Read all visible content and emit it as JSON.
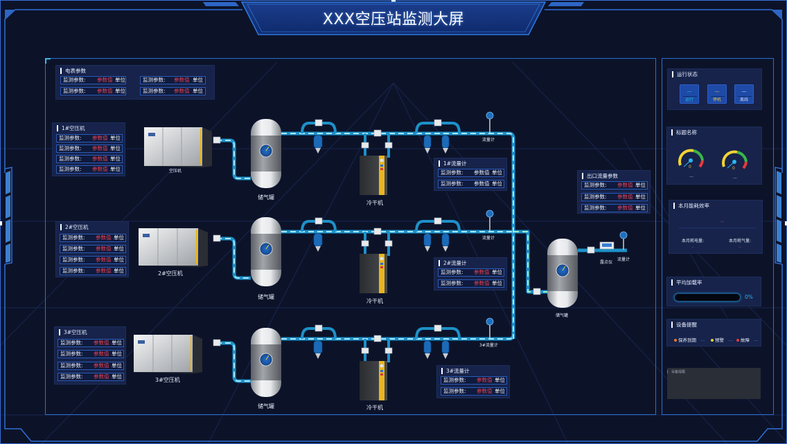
{
  "header": {
    "title": "XXX空压站监测大屏"
  },
  "meter_params": {
    "title": "电表参数",
    "rows": [
      {
        "label": "监测参数:",
        "value": "参数值",
        "unit": "单位"
      },
      {
        "label": "监测参数:",
        "value": "参数值",
        "unit": "单位"
      },
      {
        "label": "监测参数:",
        "value": "参数值",
        "unit": "单位"
      },
      {
        "label": "监测参数:",
        "value": "参数值",
        "unit": "单位"
      }
    ]
  },
  "compressors": [
    {
      "title": "1#空压机",
      "caption": "空压机",
      "rows": [
        {
          "label": "监测参数:",
          "value": "参数值",
          "unit": "单位"
        },
        {
          "label": "监测参数:",
          "value": "参数值",
          "unit": "单位"
        },
        {
          "label": "监测参数:",
          "value": "参数值",
          "unit": "单位"
        },
        {
          "label": "监测参数:",
          "value": "参数值",
          "unit": "单位"
        }
      ]
    },
    {
      "title": "2#空压机",
      "caption": "2#空压机",
      "rows": [
        {
          "label": "监测参数:",
          "value": "参数值",
          "unit": "单位"
        },
        {
          "label": "监测参数:",
          "value": "参数值",
          "unit": "单位"
        },
        {
          "label": "监测参数:",
          "value": "参数值",
          "unit": "单位"
        },
        {
          "label": "监测参数:",
          "value": "参数值",
          "unit": "单位"
        }
      ]
    },
    {
      "title": "3#空压机",
      "caption": "3#空压机",
      "rows": [
        {
          "label": "监测参数:",
          "value": "参数值",
          "unit": "单位"
        },
        {
          "label": "监测参数:",
          "value": "参数值",
          "unit": "单位"
        },
        {
          "label": "监测参数:",
          "value": "参数值",
          "unit": "单位"
        },
        {
          "label": "监测参数:",
          "value": "参数值",
          "unit": "单位"
        }
      ]
    }
  ],
  "tank_label": "储气罐",
  "dryer_label": "冷干机",
  "flow_meter_label": "流量计",
  "flow_meter3_label": "3#流量计",
  "dew_point_label": "露点仪",
  "flowmeters": [
    {
      "title": "1#流量计",
      "rows": [
        {
          "label": "监测参数:",
          "value": "参数值",
          "unit": "单位"
        },
        {
          "label": "监测参数:",
          "value": "参数值",
          "unit": "单位"
        }
      ]
    },
    {
      "title": "2#流量计",
      "rows": [
        {
          "label": "监测参数:",
          "value": "参数值",
          "unit": "单位"
        },
        {
          "label": "监测参数:",
          "value": "参数值",
          "unit": "单位"
        }
      ]
    },
    {
      "title": "3#流量计",
      "rows": [
        {
          "label": "监测参数:",
          "value": "参数值",
          "unit": "单位"
        },
        {
          "label": "监测参数:",
          "value": "参数值",
          "unit": "单位"
        }
      ]
    }
  ],
  "outlet_params": {
    "title": "出口流量参数",
    "rows": [
      {
        "label": "监测参数:",
        "value": "参数值",
        "unit": "单位"
      },
      {
        "label": "监测参数:",
        "value": "参数值",
        "unit": "单位"
      },
      {
        "label": "监测参数:",
        "value": "参数值",
        "unit": "单位"
      }
    ]
  },
  "run_status": {
    "title": "运行状态",
    "items": [
      {
        "value": "—",
        "label": "运行",
        "color": "#27c1d9"
      },
      {
        "value": "—",
        "label": "停机",
        "color": "#e0c341"
      },
      {
        "value": "—",
        "label": "离线",
        "color": "#c8d4f0"
      }
    ]
  },
  "gauges": {
    "title": "标题名称",
    "items": [
      {
        "value": "0",
        "caption": "—",
        "percent": 0
      },
      {
        "value": "0",
        "caption": "—",
        "percent": 0
      }
    ],
    "colors": {
      "low": "#f2d334",
      "mid": "#3cb54a",
      "high": "#e83a3a",
      "needle": "#2ab7f2"
    }
  },
  "efficiency": {
    "title": "本月能耗效率",
    "main_value": "--",
    "items": [
      {
        "label": "本月耗电量:",
        "value": "--"
      },
      {
        "label": "本月耗气量:",
        "value": "--"
      }
    ]
  },
  "load_rate": {
    "title": "平均加载率",
    "percent": 0,
    "percent_label": "0%"
  },
  "device_alerts": {
    "title": "设备提醒",
    "items": [
      {
        "label": "保养到期",
        "count": "—",
        "color": "#f07a2b"
      },
      {
        "label": "预警",
        "count": "—",
        "color": "#f2d334"
      },
      {
        "label": "故障",
        "count": "—",
        "color": "#e83a3a"
      }
    ],
    "box_title": "设备提醒"
  }
}
